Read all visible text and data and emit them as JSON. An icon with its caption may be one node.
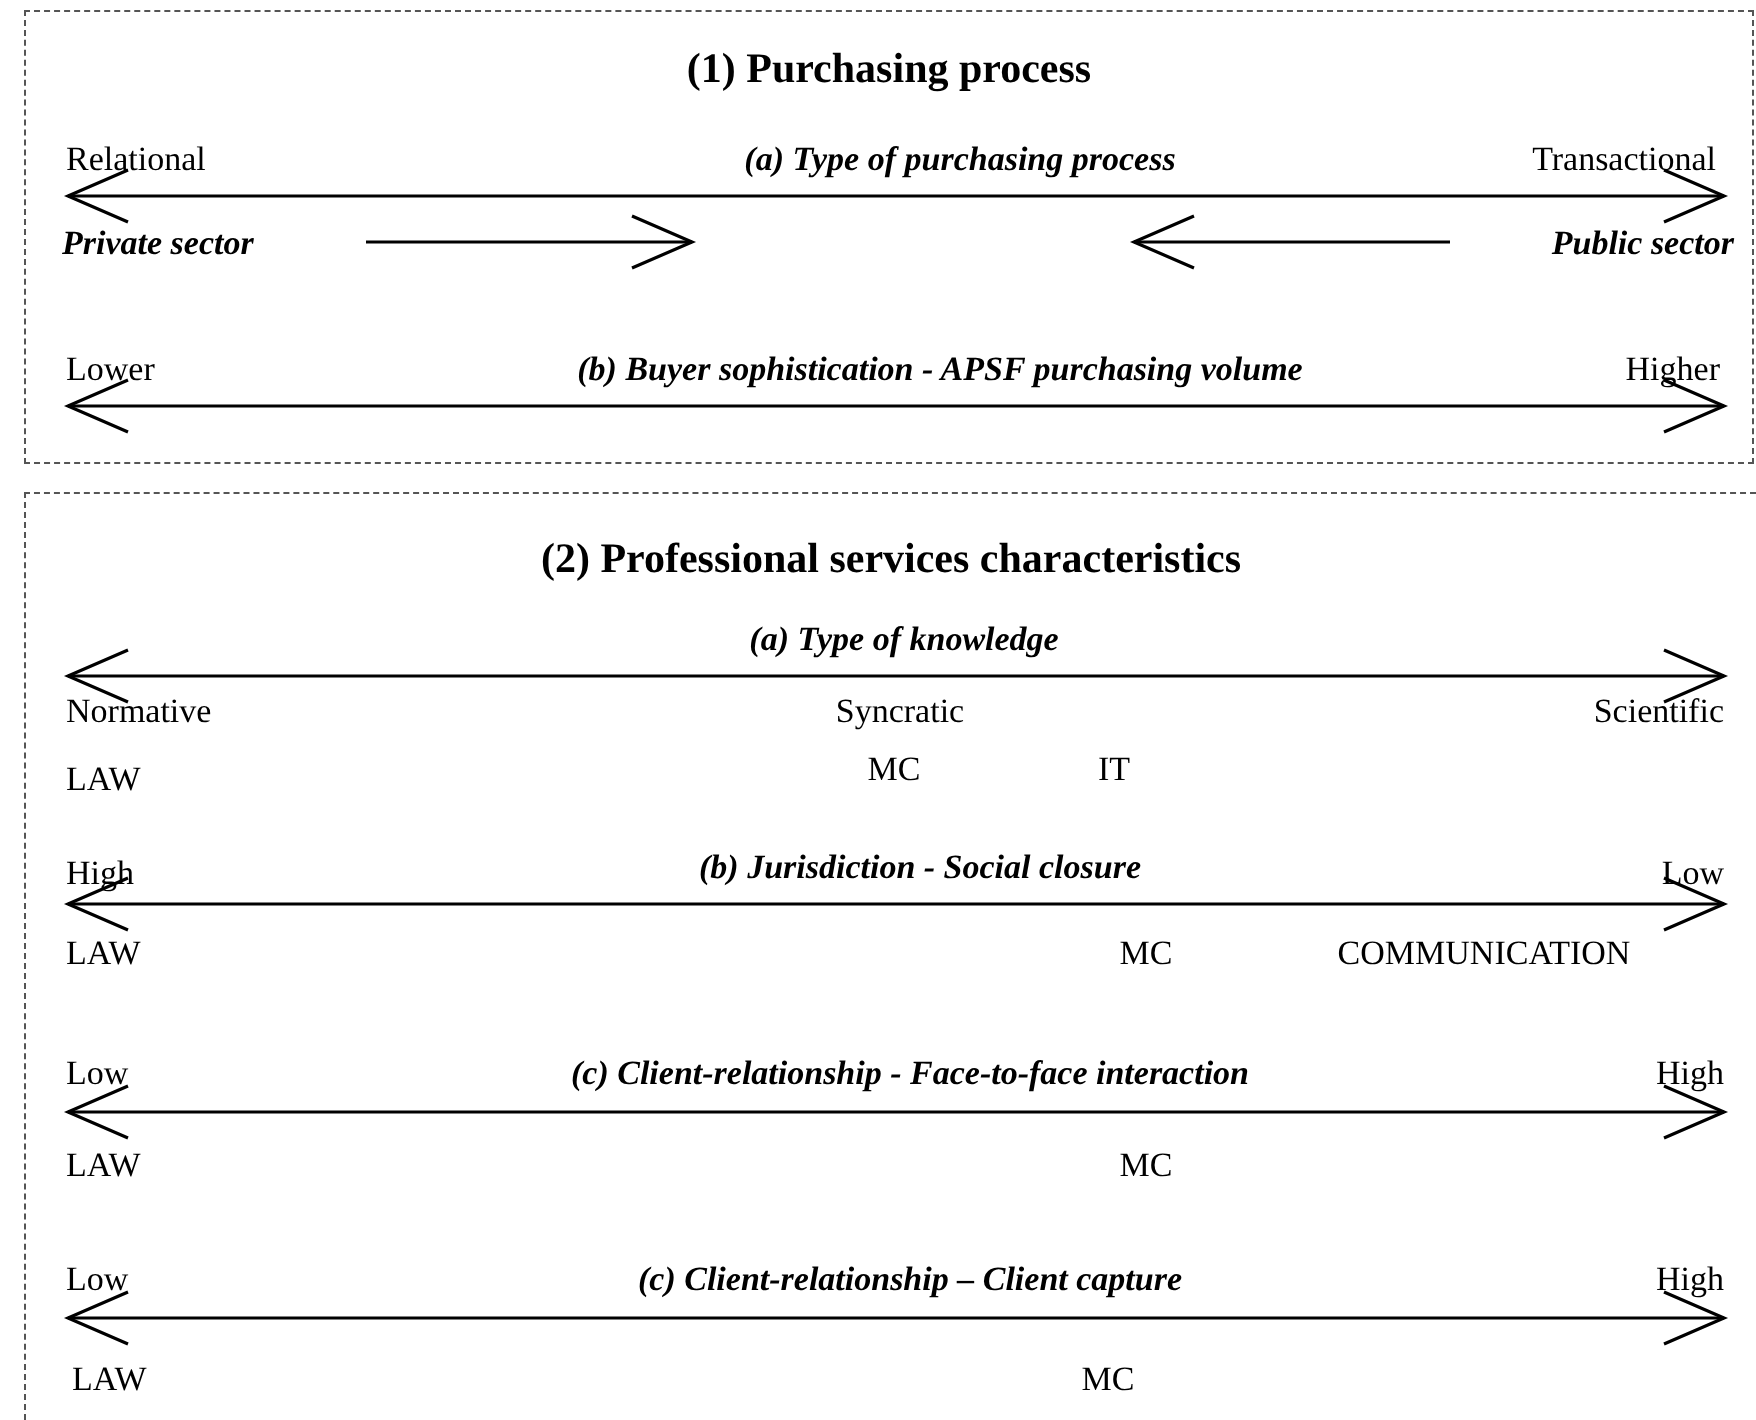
{
  "diagram": {
    "nodes": [
      {
        "text": [
          "(1) Purchasing process"
        ]
      },
      {
        "text": [
          "(2) Professional services characteristics"
        ]
      }
    ],
    "labels": [
      "Relational",
      "(a) Type of purchasing process",
      "Transactional",
      "Private sector",
      "Public sector",
      "Lower",
      "(b) Buyer sophistication  - APSF purchasing volume",
      "Higher",
      "(a) Type of knowledge",
      "Normative",
      "Syncratic",
      "Scientific",
      "LAW",
      "MC",
      "IT",
      "High",
      "(b) Jurisdiction  - Social closure",
      "Low",
      "LAW",
      "MC",
      "COMMUNICATION",
      "Low",
      "(c) Client-relationship - Face-to-face interaction",
      "High",
      "LAW",
      "MC",
      "Low",
      "(c) Client-relationship – Client capture",
      "High",
      "LAW",
      "MC"
    ]
  }
}
